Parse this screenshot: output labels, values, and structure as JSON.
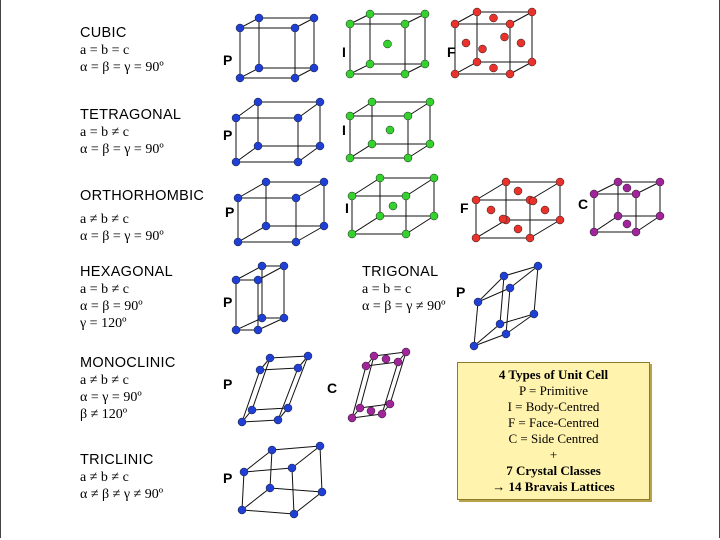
{
  "systems": [
    {
      "name": "CUBIC",
      "rels": [
        "a = b = c",
        "α = β = γ = 90º"
      ]
    },
    {
      "name": "TETRAGONAL",
      "rels": [
        "a = b ≠ c",
        "α = β = γ = 90º"
      ]
    },
    {
      "name": "ORTHORHOMBIC",
      "rels": [
        "a ≠ b ≠ c",
        "α = β = γ = 90º"
      ]
    },
    {
      "name": "HEXAGONAL",
      "rels": [
        "a = b ≠ c",
        "α = β = 90º",
        "γ = 120º"
      ]
    },
    {
      "name": "MONOCLINIC",
      "rels": [
        "a ≠ b ≠ c",
        "α = γ = 90º",
        "β ≠ 120º"
      ]
    },
    {
      "name": "TRICLINIC",
      "rels": [
        "a ≠ b ≠ c",
        "α ≠ β ≠ γ ≠ 90º"
      ]
    }
  ],
  "trigonal": {
    "name": "TRIGONAL",
    "rels": [
      "a = b = c",
      "α = β = γ ≠ 90º"
    ],
    "label": "P"
  },
  "labels": {
    "cubic_p": "P",
    "cubic_i": "I",
    "cubic_f": "F",
    "tetra_p": "P",
    "tetra_i": "I",
    "ortho_p": "P",
    "ortho_i": "I",
    "ortho_f": "F",
    "ortho_c": "C",
    "hex_p": "P",
    "mono_p": "P",
    "mono_c": "C",
    "tri_p": "P"
  },
  "legend": {
    "title": "4 Types of Unit Cell",
    "lines": [
      "P = Primitive",
      "I = Body-Centred",
      "F = Face-Centred",
      "C = Side Centred",
      "+"
    ],
    "bold1": "7 Crystal Classes",
    "bold2": "→ 14 Bravais Lattices"
  },
  "colors": {
    "blue": "#1f3fd6",
    "green": "#35d12e",
    "red": "#e8322b",
    "purple": "#a0249a",
    "legend_bg": "#fff3ad"
  }
}
